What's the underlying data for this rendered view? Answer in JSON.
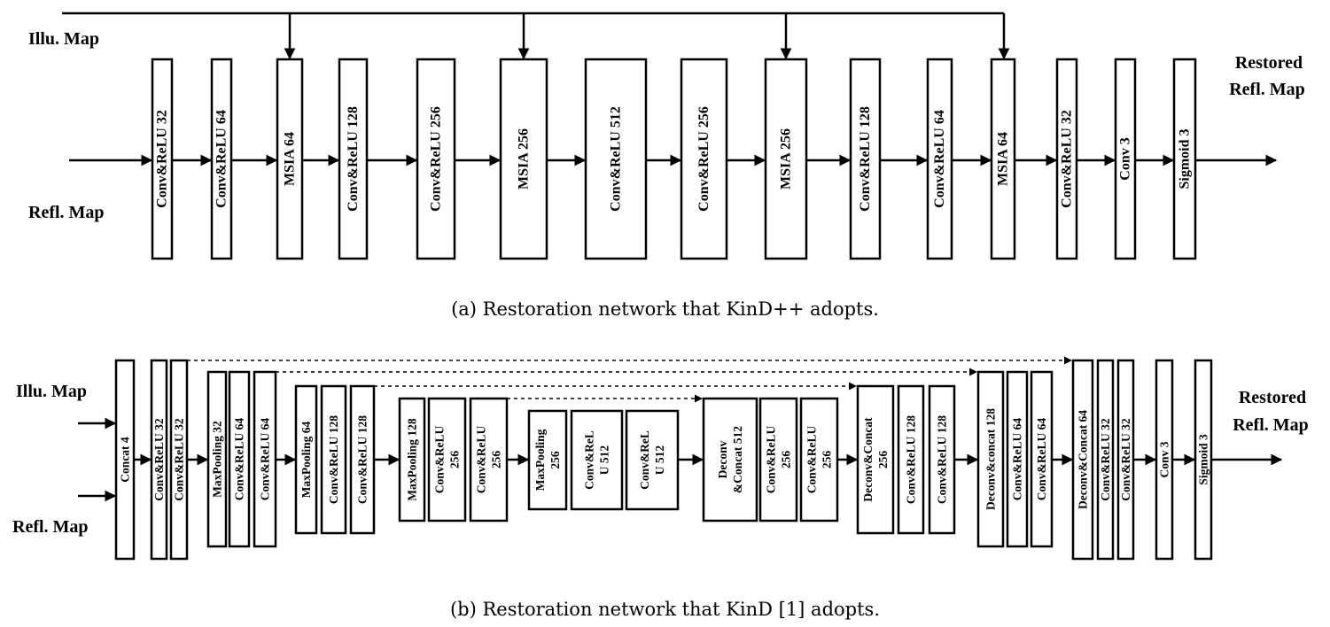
{
  "diagram_a": {
    "caption": "(a) Restoration network that KinD++ adopts.",
    "inputs": [
      "Illu. Map",
      "Refl. Map"
    ],
    "output": [
      "Restored",
      "Refl. Map"
    ],
    "blocks": [
      [
        "Conv&ReLU 32"
      ],
      [
        "Conv&ReLU 64"
      ],
      [
        "MSIA 64"
      ],
      [
        "Conv&ReLU 128"
      ],
      [
        "Conv&ReLU 256"
      ],
      [
        "MSIA 256"
      ],
      [
        "Conv&ReLU 512"
      ],
      [
        "Conv&ReLU 256"
      ],
      [
        "MSIA 256"
      ],
      [
        "Conv&ReLU 128"
      ],
      [
        "Conv&ReLU 64"
      ],
      [
        "MSIA 64"
      ],
      [
        "Conv&ReLU 32"
      ],
      [
        "Conv 3"
      ],
      [
        "Sigmoid 3"
      ]
    ]
  },
  "diagram_b": {
    "caption": "(b) Restoration network that KinD [1] adopts.",
    "inputs": [
      "Illu. Map",
      "Refl. Map"
    ],
    "output": [
      "Restored",
      "Refl. Map"
    ],
    "blocks": [
      [
        "Concat 4"
      ],
      [
        "Conv&ReLU 32"
      ],
      [
        "Conv&ReLU 32"
      ],
      [
        "MaxPooling 32"
      ],
      [
        "Conv&ReLU 64"
      ],
      [
        "Conv&ReLU 64"
      ],
      [
        "MaxPooling 64"
      ],
      [
        "Conv&ReLU 128"
      ],
      [
        "Conv&ReLU 128"
      ],
      [
        "MaxPooling 128"
      ],
      [
        "Conv&ReLU",
        "256"
      ],
      [
        "Conv&ReLU",
        "256"
      ],
      [
        "MaxPooling",
        "256"
      ],
      [
        "Conv&ReL",
        "U 512"
      ],
      [
        "Conv&ReL",
        "U 512"
      ],
      [
        "Deconv",
        "&Concat 512"
      ],
      [
        "Conv&ReLU",
        "256"
      ],
      [
        "Conv&ReLU",
        "256"
      ],
      [
        "Deconv&Concat",
        "256"
      ],
      [
        "Conv&ReLU 128"
      ],
      [
        "Conv&ReLU 128"
      ],
      [
        "Deconv&concat 128"
      ],
      [
        "Conv&ReLU 64"
      ],
      [
        "Conv&ReLU 64"
      ],
      [
        "Deconv&Concat 64"
      ],
      [
        "Conv&ReLU 32"
      ],
      [
        "Conv&ReLU 32"
      ],
      [
        "Conv 3"
      ],
      [
        "Sigmoid 3"
      ]
    ]
  }
}
